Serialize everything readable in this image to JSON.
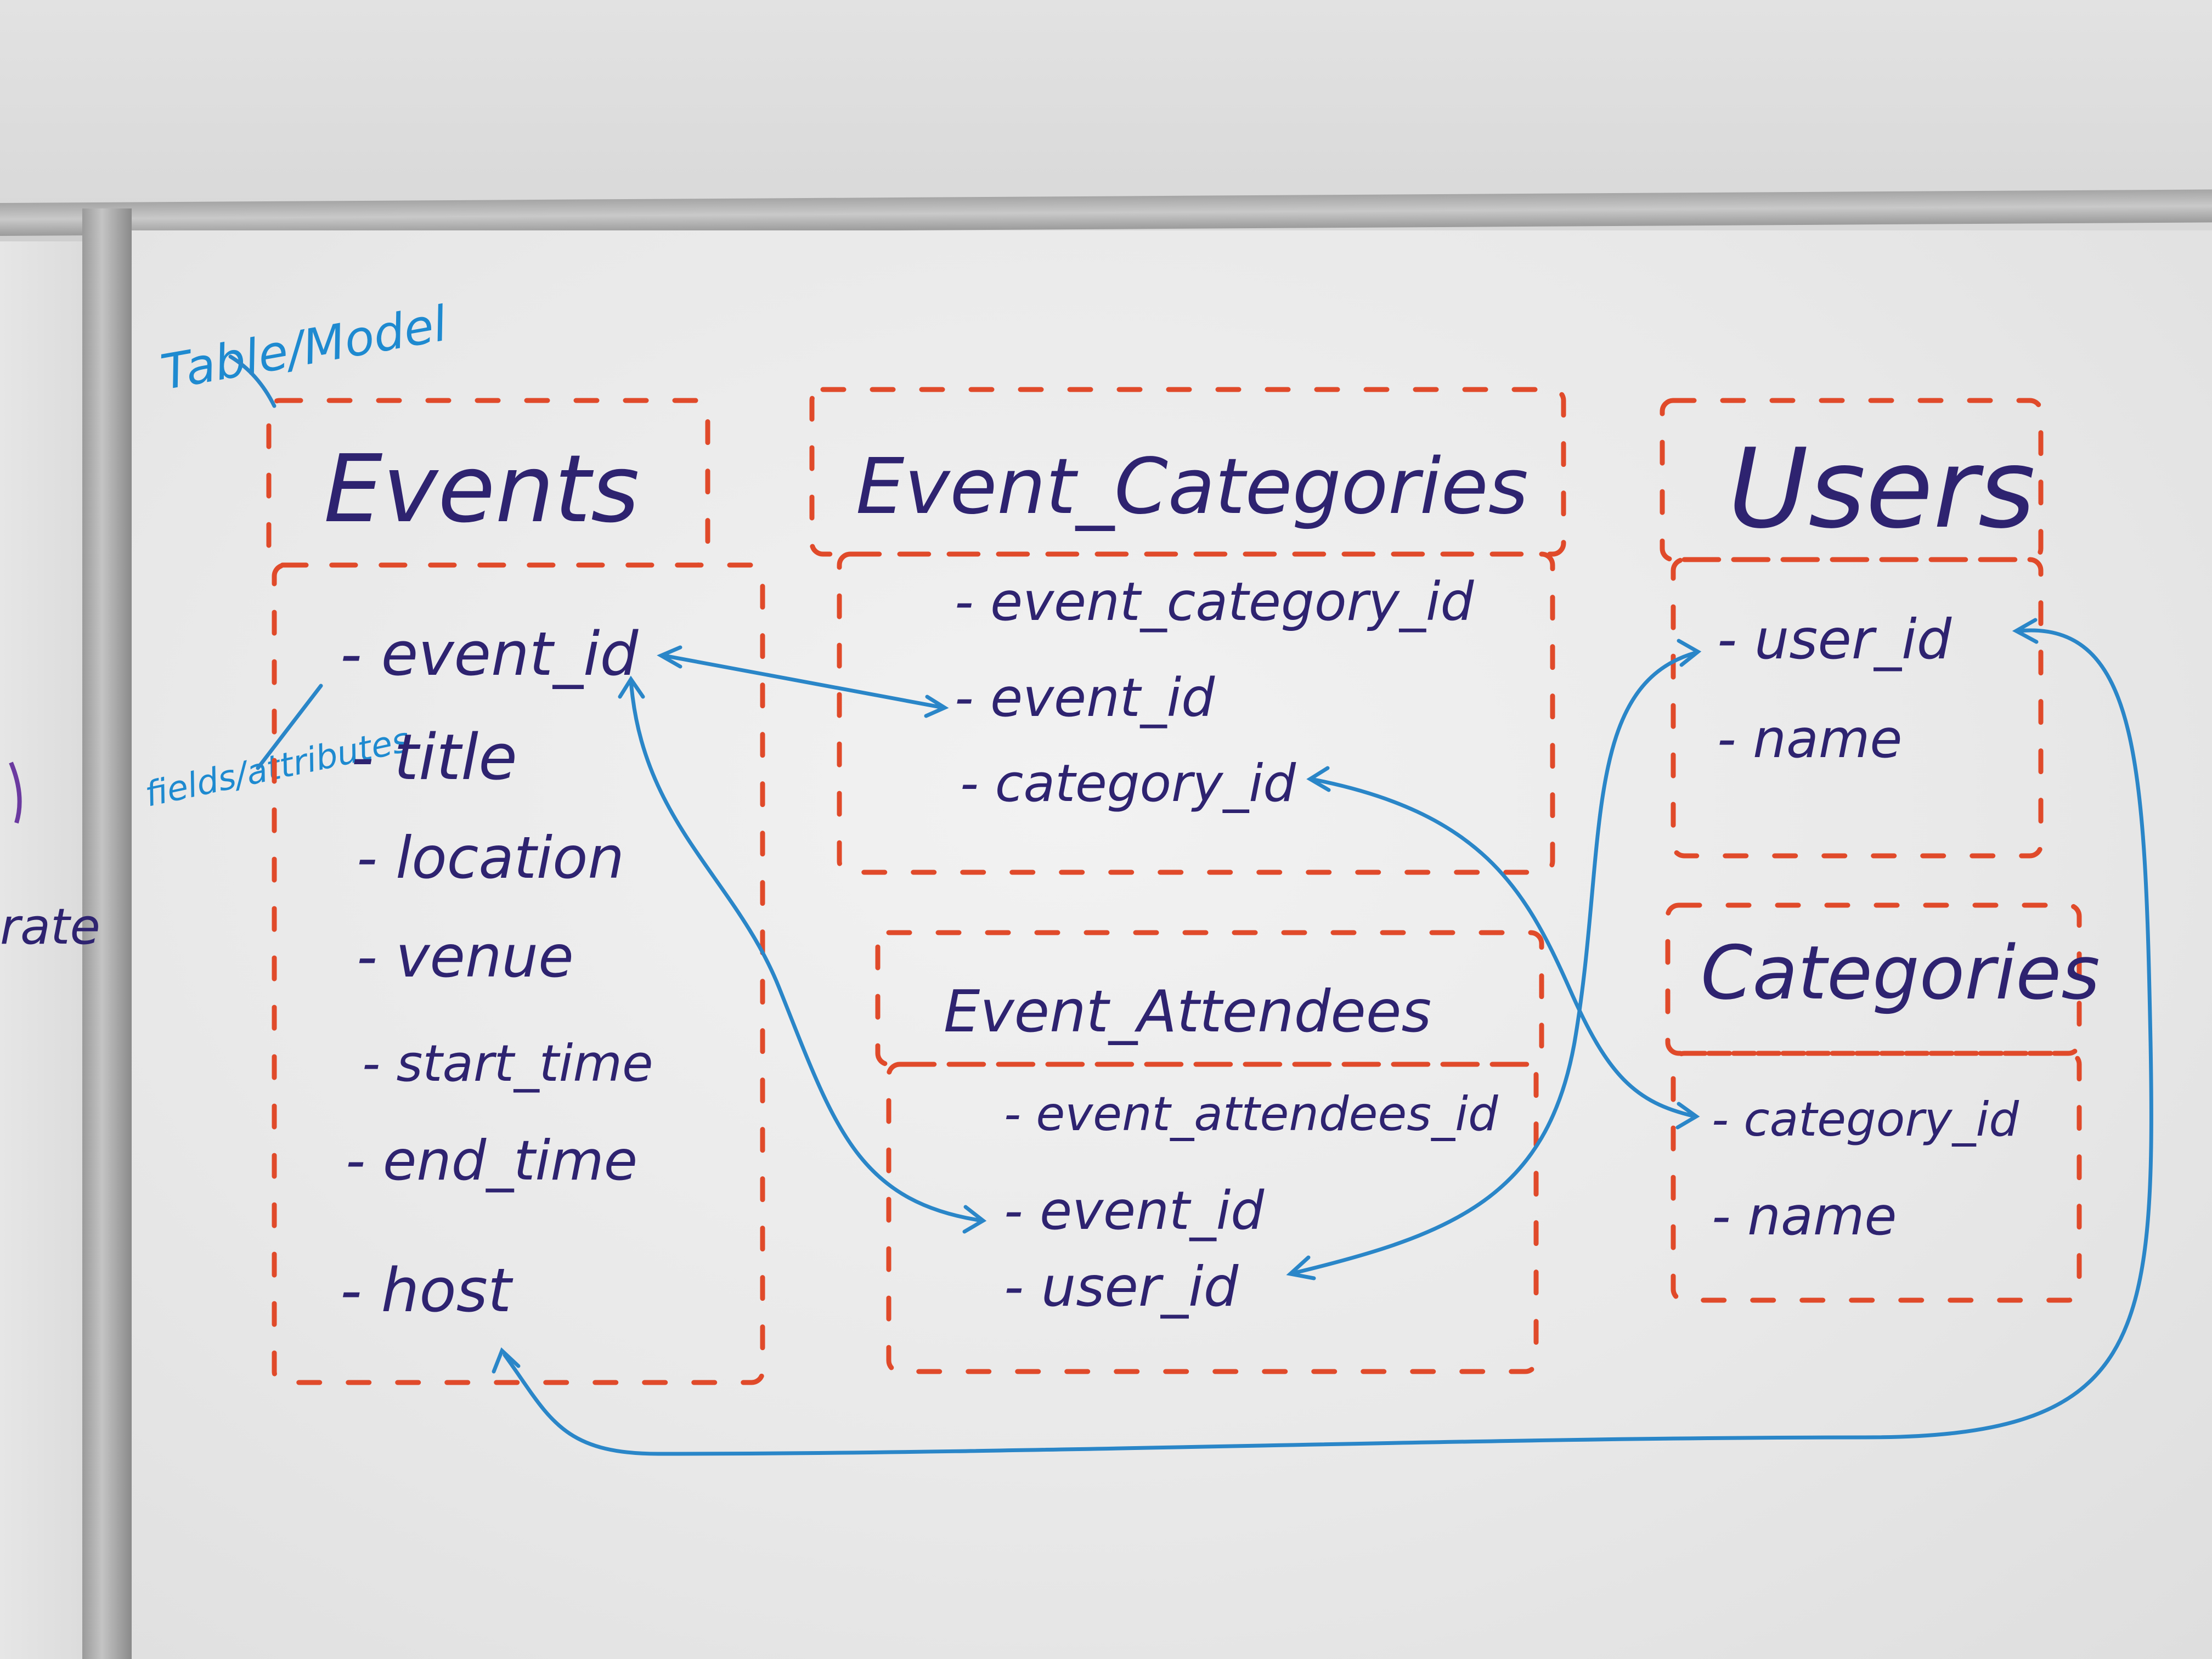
{
  "annotations": {
    "table_model": "Table/Model",
    "fields_attributes": "fields/attributes",
    "left_fragment": "rate"
  },
  "tables": {
    "events": {
      "name": "Events",
      "fields": [
        "- event_id",
        "- title",
        "- location",
        "- venue",
        "- start_time",
        "- end_time",
        "- host"
      ]
    },
    "event_categories": {
      "name": "Event_Categories",
      "fields": [
        "- event_category_id",
        "- event_id",
        "- category_id"
      ]
    },
    "event_attendees": {
      "name": "Event_Attendees",
      "fields": [
        "- event_attendees_id",
        "- event_id",
        "- user_id"
      ]
    },
    "users": {
      "name": "Users",
      "fields": [
        "- user_id",
        "- name"
      ]
    },
    "categories": {
      "name": "Categories",
      "fields": [
        "- category_id",
        "- name"
      ]
    }
  },
  "colors": {
    "box_dash": "#e04a2a",
    "connector": "#2a86c8",
    "ink_purple": "#2e2370",
    "ink_blue": "#1e8ad0"
  }
}
